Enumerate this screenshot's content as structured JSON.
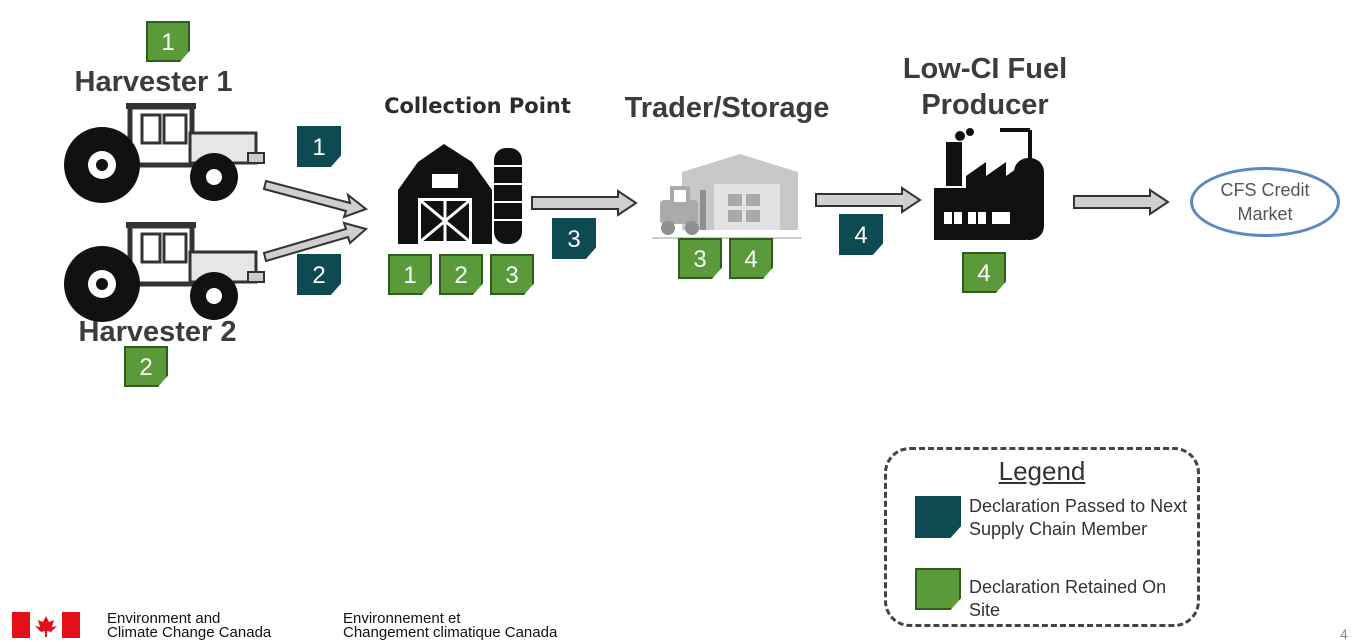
{
  "harvester1": {
    "title": "Harvester 1",
    "badge": "1"
  },
  "harvester2": {
    "title": "Harvester 2",
    "badge": "2"
  },
  "arrows": {
    "h1_badge": "1",
    "h2_badge": "2",
    "cp_badge": "3",
    "ts_badge": "4"
  },
  "collection": {
    "title": "Collection Point",
    "badges": [
      "1",
      "2",
      "3"
    ]
  },
  "trader": {
    "title": "Trader/Storage",
    "badges": [
      "3",
      "4"
    ]
  },
  "producer": {
    "title_line1": "Low-CI Fuel",
    "title_line2": "Producer",
    "badge": "4"
  },
  "market": {
    "line1": "CFS Credit",
    "line2": "Market"
  },
  "legend": {
    "title": "Legend",
    "passed": "Declaration Passed to Next Supply Chain Member",
    "retained": "Declaration Retained On Site"
  },
  "colors": {
    "retained": "#5a9a3a",
    "passed": "#0d4a52",
    "market_border": "#5d87c1",
    "flag_red": "#e3101a"
  },
  "footer": {
    "en_line1": "Environment and",
    "en_line2": "Climate Change Canada",
    "fr_line1": "Environnement et",
    "fr_line2": "Changement climatique Canada",
    "page": "4"
  }
}
